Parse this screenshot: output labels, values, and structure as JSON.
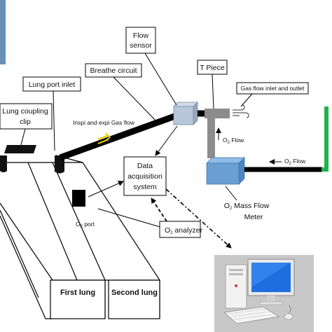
{
  "labels": {
    "flow_sensor_l1": "Flow",
    "flow_sensor_l2": "sensor",
    "t_piece": "T Piece",
    "breathe_circuit": "Breathe circuit",
    "lung_port_inlet": "Lung port inlet",
    "lung_coupling_l1": "Lung coupling",
    "lung_coupling_l2": "clip",
    "gas_flow_io": "Gas flow inlet and outlet",
    "inspi_expi": "Inspi and expi Gas flow",
    "o2_flow_vertical": "O",
    "o2_flow_vertical_sub": "2",
    "o2_flow_vertical_tail": " Flow",
    "o2_flow_horizontal": "O",
    "o2_flow_horizontal_sub": "2",
    "o2_flow_horizontal_tail": " Flow",
    "daq_l1": "Data",
    "daq_l2": "acquisition",
    "daq_l3": "system",
    "o2_port": "O",
    "o2_port_sub": "2",
    "o2_port_tail": " port",
    "o2_analyzer": "O",
    "o2_analyzer_sub": "2",
    "o2_analyzer_tail": " analyzer",
    "mass_flow_l1": "O",
    "mass_flow_l1_sub": "2",
    "mass_flow_l1_tail": " Mass Flow",
    "mass_flow_l2": "Meter",
    "first_lung": "First lung",
    "second_lung": "Second lung"
  },
  "colors": {
    "flow_sensor": "#b8c8da",
    "mass_flow_meter": "#6a9fd4",
    "t_piece": "#8c8c8c",
    "green_pipe": "#22b14c",
    "yellow_arrow": "#f0d000",
    "side_bar": "#6a8fb8",
    "tube": "#000000"
  },
  "icons": [
    "computer-icon",
    "wind-icon"
  ]
}
